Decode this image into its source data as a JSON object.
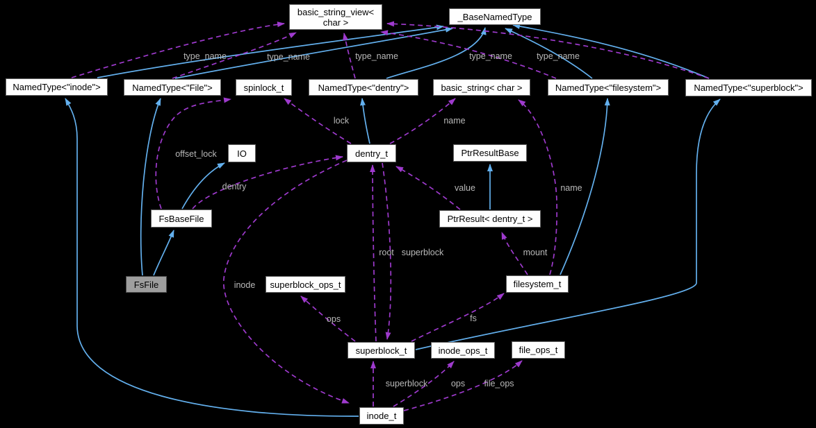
{
  "diagram": {
    "type": "collaboration-graph",
    "background": "#000000",
    "colors": {
      "inheritance_edge": "#63b0ee",
      "usage_edge": "#9e3acd",
      "edge_label": "#b9b9b9",
      "node_fill": "#fefefe",
      "node_border": "#646464",
      "node_text": "#000000",
      "highlight_node_fill": "#9e9e9e"
    },
    "nodes": {
      "basic_string_view": {
        "label": "basic_string_view< char >",
        "line1": "basic_string_view<",
        "line2": "char >"
      },
      "base_named_type": {
        "label": "_BaseNamedType"
      },
      "named_type_inode": {
        "label": "NamedType<\"inode\">"
      },
      "named_type_file": {
        "label": "NamedType<\"File\">"
      },
      "spinlock_t": {
        "label": "spinlock_t"
      },
      "named_type_dentry": {
        "label": "NamedType<\"dentry\">"
      },
      "basic_string": {
        "label": "basic_string< char >"
      },
      "named_type_filesystem": {
        "label": "NamedType<\"filesystem\">"
      },
      "named_type_superblock": {
        "label": "NamedType<\"superblock\">"
      },
      "io": {
        "label": "IO"
      },
      "dentry_t": {
        "label": "dentry_t"
      },
      "ptr_result_base": {
        "label": "PtrResultBase"
      },
      "fs_base_file": {
        "label": "FsBaseFile"
      },
      "ptr_result_dentry": {
        "label": "PtrResult< dentry_t >"
      },
      "fs_file": {
        "label": "FsFile"
      },
      "superblock_ops_t": {
        "label": "superblock_ops_t"
      },
      "filesystem_t": {
        "label": "filesystem_t"
      },
      "superblock_t": {
        "label": "superblock_t"
      },
      "inode_ops_t": {
        "label": "inode_ops_t"
      },
      "file_ops_t": {
        "label": "file_ops_t"
      },
      "inode_t": {
        "label": "inode_t"
      }
    },
    "edges": {
      "tn_inode": {
        "from": "NamedType<\"inode\">",
        "to": "basic_string_view< char >",
        "label": "type_name",
        "kind": "usage"
      },
      "tn_file": {
        "from": "NamedType<\"File\">",
        "to": "basic_string_view< char >",
        "label": "type_name",
        "kind": "usage"
      },
      "tn_dentry": {
        "from": "NamedType<\"dentry\">",
        "to": "basic_string_view< char >",
        "label": "type_name",
        "kind": "usage"
      },
      "tn_filesystem": {
        "from": "NamedType<\"filesystem\">",
        "to": "basic_string_view< char >",
        "label": "type_name",
        "kind": "usage"
      },
      "tn_superblock": {
        "from": "NamedType<\"superblock\">",
        "to": "basic_string_view< char >",
        "label": "type_name",
        "kind": "usage"
      },
      "lock": {
        "from": "dentry_t",
        "to": "spinlock_t",
        "label": "lock",
        "kind": "usage"
      },
      "name_dentry": {
        "from": "dentry_t",
        "to": "basic_string< char >",
        "label": "name",
        "kind": "usage"
      },
      "offset_lock": {
        "from": "FsBaseFile",
        "to": "spinlock_t",
        "label": "offset_lock",
        "kind": "usage"
      },
      "dentry": {
        "from": "FsBaseFile",
        "to": "dentry_t",
        "label": "dentry",
        "kind": "usage"
      },
      "value": {
        "from": "PtrResult< dentry_t >",
        "to": "dentry_t",
        "label": "value",
        "kind": "usage"
      },
      "name_fs": {
        "from": "filesystem_t",
        "to": "basic_string< char >",
        "label": "name",
        "kind": "usage"
      },
      "mount": {
        "from": "filesystem_t",
        "to": "PtrResult< dentry_t >",
        "label": "mount",
        "kind": "usage"
      },
      "root": {
        "from": "superblock_t",
        "to": "dentry_t",
        "label": "root",
        "kind": "usage"
      },
      "superblock_dn": {
        "from": "dentry_t",
        "to": "superblock_t",
        "label": "superblock",
        "kind": "usage"
      },
      "inode_member": {
        "from": "dentry_t",
        "to": "inode_t",
        "label": "inode",
        "kind": "usage"
      },
      "ops_sb": {
        "from": "superblock_t",
        "to": "superblock_ops_t",
        "label": "ops",
        "kind": "usage"
      },
      "fs": {
        "from": "superblock_t",
        "to": "filesystem_t",
        "label": "fs",
        "kind": "usage"
      },
      "superblock_in": {
        "from": "inode_t",
        "to": "superblock_t",
        "label": "superblock",
        "kind": "usage"
      },
      "ops_inode": {
        "from": "inode_t",
        "to": "inode_ops_t",
        "label": "ops",
        "kind": "usage"
      },
      "file_ops": {
        "from": "inode_t",
        "to": "file_ops_t",
        "label": "file_ops",
        "kind": "usage"
      },
      "inh_nt_inode": {
        "from": "NamedType<\"inode\">",
        "to": "_BaseNamedType",
        "label": "",
        "kind": "inheritance"
      },
      "inh_nt_file": {
        "from": "NamedType<\"File\">",
        "to": "_BaseNamedType",
        "label": "",
        "kind": "inheritance"
      },
      "inh_nt_dentry": {
        "from": "NamedType<\"dentry\">",
        "to": "_BaseNamedType",
        "label": "",
        "kind": "inheritance"
      },
      "inh_nt_filesystem": {
        "from": "NamedType<\"filesystem\">",
        "to": "_BaseNamedType",
        "label": "",
        "kind": "inheritance"
      },
      "inh_nt_superblock": {
        "from": "NamedType<\"superblock\">",
        "to": "_BaseNamedType",
        "label": "",
        "kind": "inheritance"
      },
      "inh_dentry": {
        "from": "dentry_t",
        "to": "NamedType<\"dentry\">",
        "label": "",
        "kind": "inheritance"
      },
      "inh_ptrresult": {
        "from": "PtrResult< dentry_t >",
        "to": "PtrResultBase",
        "label": "",
        "kind": "inheritance"
      },
      "inh_fsbase_io": {
        "from": "FsBaseFile",
        "to": "IO",
        "label": "",
        "kind": "inheritance"
      },
      "inh_fsfile_base": {
        "from": "FsFile",
        "to": "FsBaseFile",
        "label": "",
        "kind": "inheritance"
      },
      "inh_fsfile_nt": {
        "from": "FsFile",
        "to": "NamedType<\"File\">",
        "label": "",
        "kind": "inheritance"
      },
      "inh_inode": {
        "from": "inode_t",
        "to": "NamedType<\"inode\">",
        "label": "",
        "kind": "inheritance"
      },
      "inh_superblock": {
        "from": "superblock_t",
        "to": "NamedType<\"superblock\">",
        "label": "",
        "kind": "inheritance"
      },
      "inh_filesystem": {
        "from": "filesystem_t",
        "to": "NamedType<\"filesystem\">",
        "label": "",
        "kind": "inheritance"
      }
    }
  }
}
